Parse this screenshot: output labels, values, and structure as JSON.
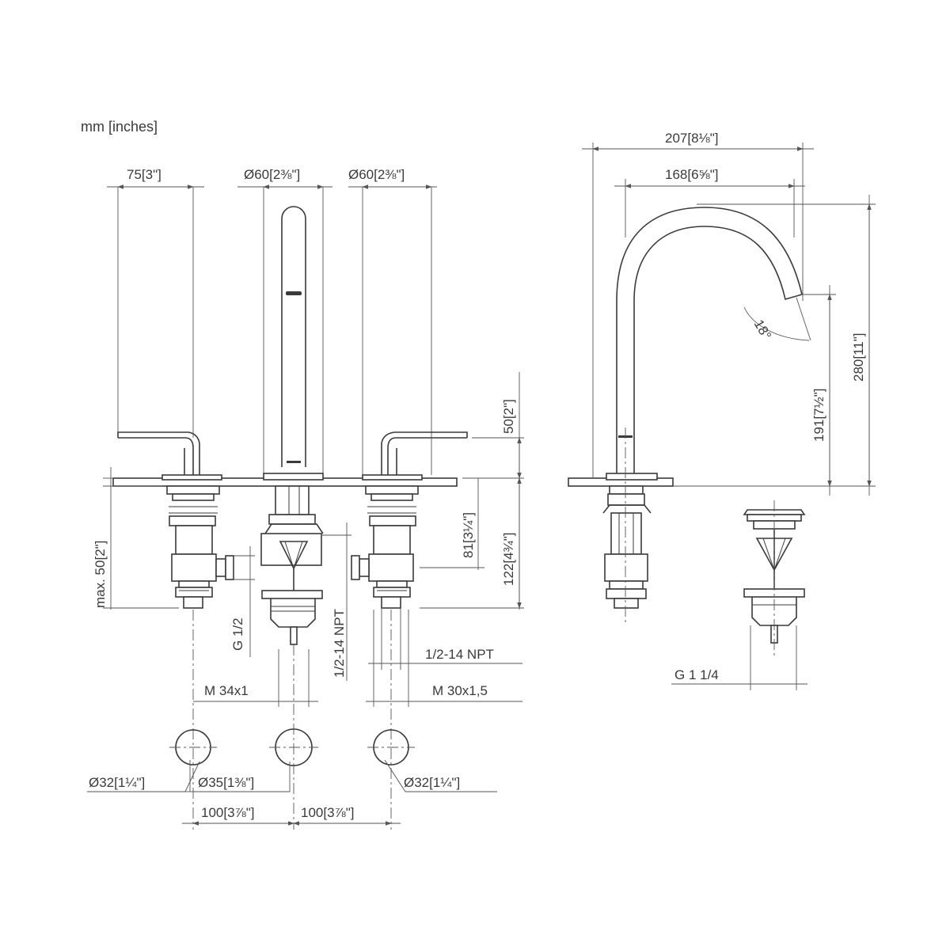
{
  "units_label": "mm [inches]",
  "front_view": {
    "handle_depth": "75[3\"]",
    "spout_diameter": "Ø60[2⅜\"]",
    "handle_rosette_diameter": "Ø60[2⅜\"]",
    "handle_height": "50[2\"]",
    "deck_thickness": "max. 50[2\"]",
    "valve_drop": "81[3¼\"]",
    "total_drop": "122[4¾\"]",
    "thread_left": "G 1/2",
    "thread_spout_vertical": "1/2-14 NPT",
    "thread_right": "1/2-14 NPT",
    "spout_mount_thread": "M 34x1",
    "valve_mount_thread": "M 30x1,5"
  },
  "hole_plan": {
    "left_hole": "Ø32[1¼\"]",
    "center_hole": "Ø35[1⅜\"]",
    "right_hole": "Ø32[1¼\"]",
    "spacing_left": "100[3⅞\"]",
    "spacing_right": "100[3⅞\"]"
  },
  "side_view": {
    "total_reach": "207[8⅛\"]",
    "spout_reach": "168[6⅝\"]",
    "outlet_angle": "18°",
    "outlet_height": "191[7½\"]",
    "total_height": "280[11\"]",
    "waste_thread": "G 1 1/4"
  }
}
